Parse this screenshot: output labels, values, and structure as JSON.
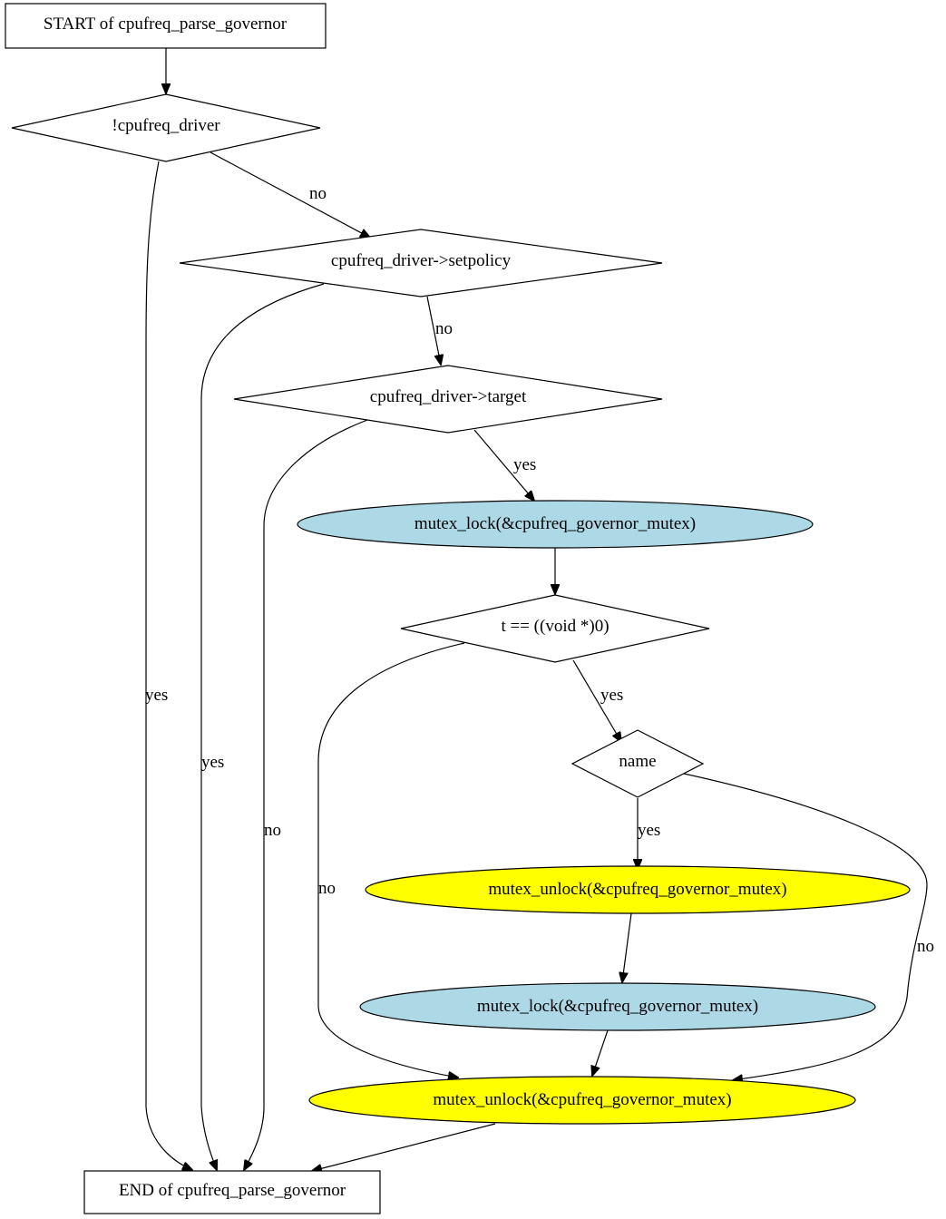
{
  "colors": {
    "lock_fill": "#add8e6",
    "unlock_fill": "#ffff00",
    "default_fill": "#ffffff",
    "stroke": "#000000"
  },
  "nodes": {
    "start": "START of cpufreq_parse_governor",
    "cond_driver": "!cpufreq_driver",
    "cond_setpolicy": "cpufreq_driver->setpolicy",
    "cond_target": "cpufreq_driver->target",
    "lock1": "mutex_lock(&cpufreq_governor_mutex)",
    "cond_t": "t == ((void *)0)",
    "cond_name": "name",
    "unlock1": "mutex_unlock(&cpufreq_governor_mutex)",
    "lock2": "mutex_lock(&cpufreq_governor_mutex)",
    "unlock2": "mutex_unlock(&cpufreq_governor_mutex)",
    "end": "END of cpufreq_parse_governor"
  },
  "edges": {
    "driver_no": "no",
    "driver_yes": "yes",
    "setpolicy_no": "no",
    "setpolicy_yes": "yes",
    "target_yes": "yes",
    "target_no": "no",
    "t_yes": "yes",
    "t_no": "no",
    "name_yes": "yes",
    "name_no": "no"
  }
}
